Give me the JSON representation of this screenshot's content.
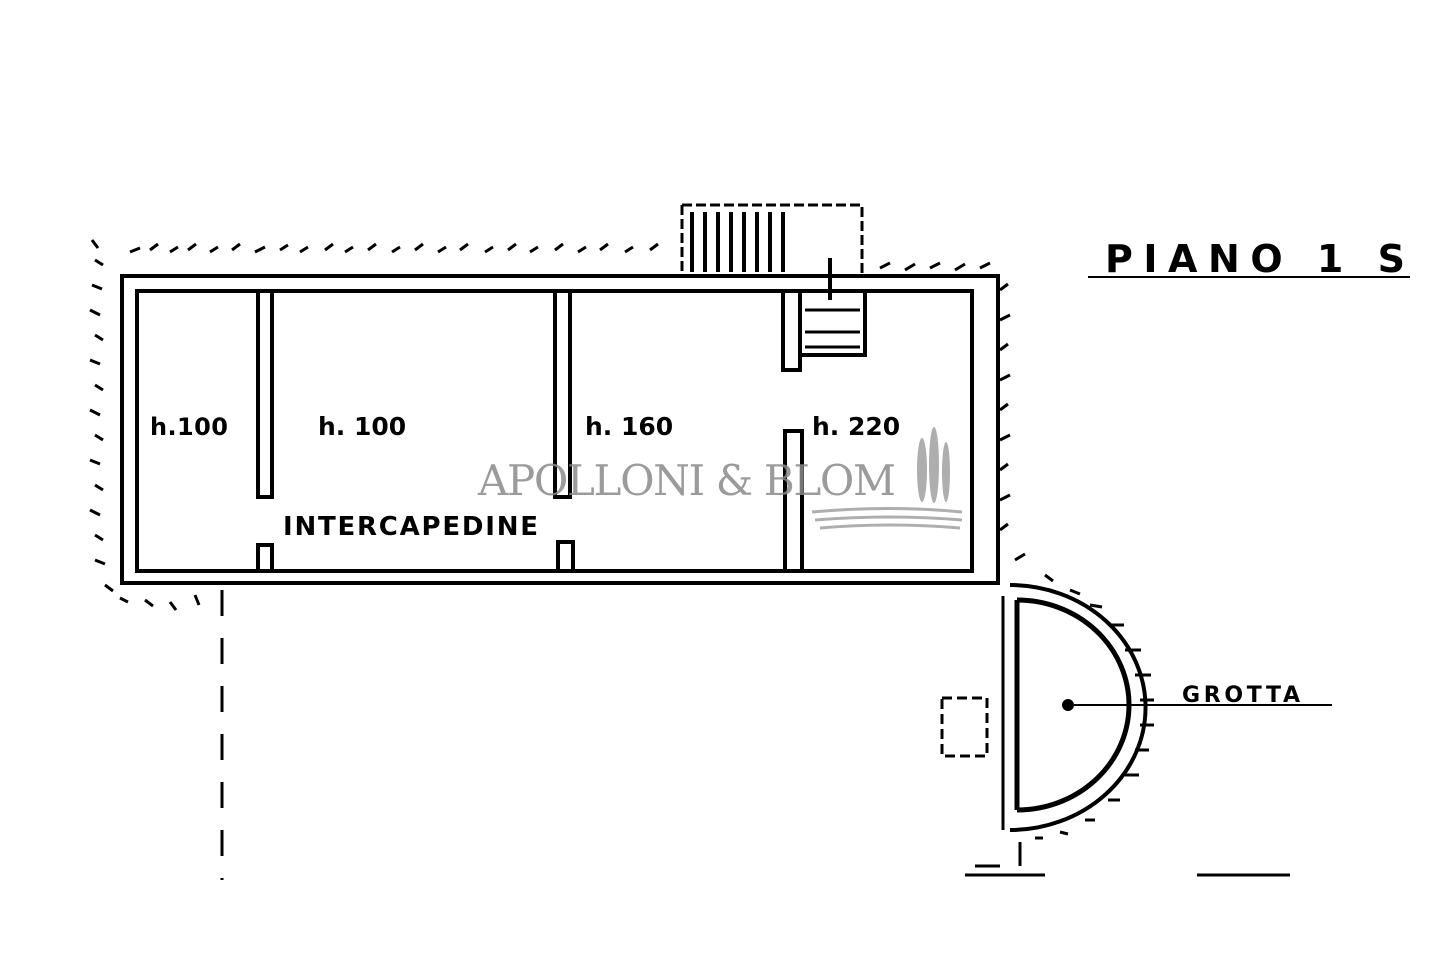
{
  "title": "PIANO 1 S",
  "rooms": [
    {
      "label": "h.100"
    },
    {
      "label": "h. 100"
    },
    {
      "label": "h. 160"
    },
    {
      "label": "h. 220"
    }
  ],
  "corridor_label": "INTERCAPEDINE",
  "grotto_label": "GROTTA",
  "watermark": "APOLLONI & BLOM",
  "colors": {
    "ink": "#000000",
    "watermark": "#8a8a8a"
  }
}
